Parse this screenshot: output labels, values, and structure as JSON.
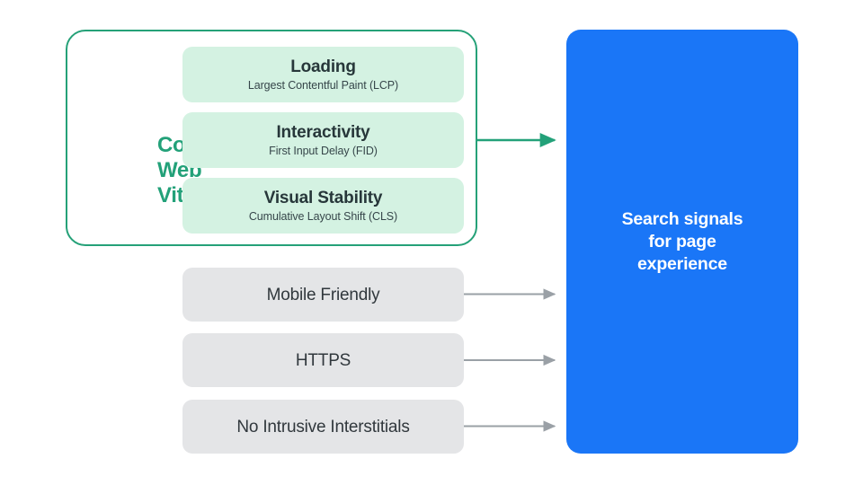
{
  "diagram": {
    "title": "Search signals for page experience",
    "colors": {
      "accent_green": "#23a179",
      "mint_fill": "#d4f2e2",
      "gray_fill": "#e4e5e7",
      "blue_fill": "#1a76f7",
      "arrow_gray": "#9aa0a6",
      "text_dark": "#27373a",
      "text_white": "#ffffff"
    },
    "core_web_vitals": {
      "group_label": "Core Web Vitals",
      "group_label_lines": [
        "Core",
        "Web",
        "Vitals"
      ],
      "metrics": [
        {
          "title": "Loading",
          "subtitle": "Largest Contentful Paint (LCP)",
          "abbr": "LCP"
        },
        {
          "title": "Interactivity",
          "subtitle": "First Input Delay (FID)",
          "abbr": "FID"
        },
        {
          "title": "Visual Stability",
          "subtitle": "Cumulative Layout Shift (CLS)",
          "abbr": "CLS"
        }
      ]
    },
    "other_signals": [
      {
        "title": "Mobile Friendly"
      },
      {
        "title": "HTTPS"
      },
      {
        "title": "No Intrusive Interstitials"
      }
    ],
    "destination": {
      "label": "Search signals\nfor page\nexperience",
      "label_lines": [
        "Search signals",
        "for page",
        "experience"
      ]
    },
    "connectors": [
      {
        "from": "core-web-vitals-group",
        "to": "destination",
        "color": "#23a179",
        "style": "solid-arrow"
      },
      {
        "from": "mobile-friendly",
        "to": "destination",
        "color": "#9aa0a6",
        "style": "solid-arrow"
      },
      {
        "from": "https",
        "to": "destination",
        "color": "#9aa0a6",
        "style": "solid-arrow"
      },
      {
        "from": "no-intrusive-interstitials",
        "to": "destination",
        "color": "#9aa0a6",
        "style": "solid-arrow"
      }
    ]
  }
}
